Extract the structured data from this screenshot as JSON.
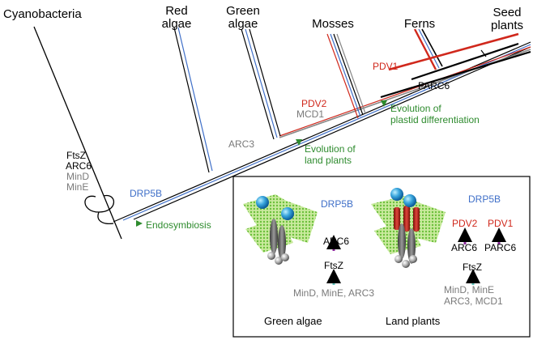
{
  "colors": {
    "black": "#000000",
    "gray": "#7a7a7a",
    "green": "#2e8b2e",
    "red": "#d0281c",
    "blue": "#3f6fc8",
    "purple": "#8b2a9b",
    "teal": "#5fc2b9",
    "membrane": "#8fd15a"
  },
  "lineages": {
    "cyanobacteria": "Cyanobacteria",
    "red_algae": "Red\nalgae",
    "green_algae": "Green\nalgae",
    "mosses": "Mosses",
    "ferns": "Ferns",
    "seed_plants": "Seed\nplants"
  },
  "tree_labels": {
    "ftsz": "FtsZ",
    "arc6": "ARC6",
    "mind": "MinD",
    "mine": "MinE",
    "drp5b": "DRP5B",
    "arc3": "ARC3",
    "pdv2": "PDV2",
    "mcd1": "MCD1",
    "pdv1": "PDV1",
    "parc6": "PARC6"
  },
  "events": {
    "endosymbiosis": "Endosymbiosis",
    "land_plants_1": "Evolution of",
    "land_plants_2": "land plants",
    "plastid_1": "Evolution of",
    "plastid_2": "plastid differentiation"
  },
  "inset": {
    "green_algae": {
      "title": "Green algae",
      "drp5b": "DRP5B",
      "arc6": "ARC6",
      "ftsz": "FtsZ",
      "regulators": "MinD, MinE, ARC3"
    },
    "land_plants": {
      "title": "Land plants",
      "drp5b": "DRP5B",
      "pdv2": "PDV2",
      "pdv1": "PDV1",
      "arc6": "ARC6",
      "parc6": "PARC6",
      "ftsz": "FtsZ",
      "regulators_1": "MinD, MinE",
      "regulators_2": "ARC3, MCD1"
    }
  }
}
